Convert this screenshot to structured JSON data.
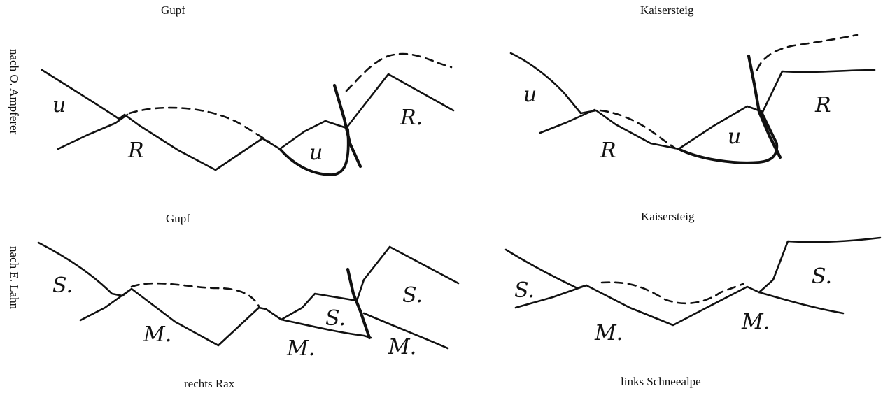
{
  "titles": {
    "top_left": "Gupf",
    "top_right": "Kaisersteig",
    "bottom_left": "Gupf",
    "bottom_right": "Kaisersteig"
  },
  "side_labels": {
    "top": "nach O. Ampferer",
    "bottom": "nach E. Lahn"
  },
  "captions": {
    "bottom_left": "rechts Rax",
    "bottom_right": "links Schneealpe"
  },
  "sketch_labels": {
    "top_left": [
      "u",
      "R",
      "u",
      "R."
    ],
    "top_right": [
      "u",
      "R",
      "u",
      "R"
    ],
    "bottom_left": [
      "S.",
      "M.",
      "S.",
      "S.",
      "M.",
      "M."
    ],
    "bottom_right": [
      "S.",
      "S.",
      "M.",
      "M."
    ]
  }
}
